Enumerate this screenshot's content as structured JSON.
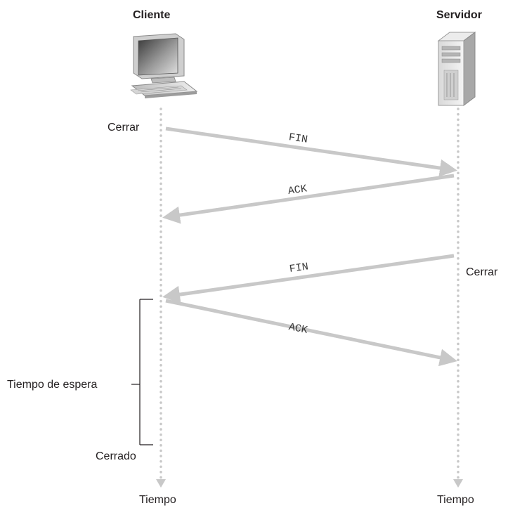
{
  "entities": {
    "client": "Cliente",
    "server": "Servidor"
  },
  "events": {
    "client_close": "Cerrar",
    "server_close": "Cerrar",
    "client_closed": "Cerrado",
    "time_wait": "Tiempo de espera"
  },
  "messages": {
    "fin_1": "FIN",
    "ack_1": "ACK",
    "fin_2": "FIN",
    "ack_2": "ACK"
  },
  "timelines": {
    "client_time": "Tiempo",
    "server_time": "Tiempo"
  },
  "icons": {
    "client": "desktop-computer-icon",
    "server": "server-tower-icon"
  },
  "colors": {
    "arrow": "#c8c8c8",
    "timeline_dots": "#c8c8c8",
    "bracket": "#231f20",
    "text": "#231f20"
  }
}
